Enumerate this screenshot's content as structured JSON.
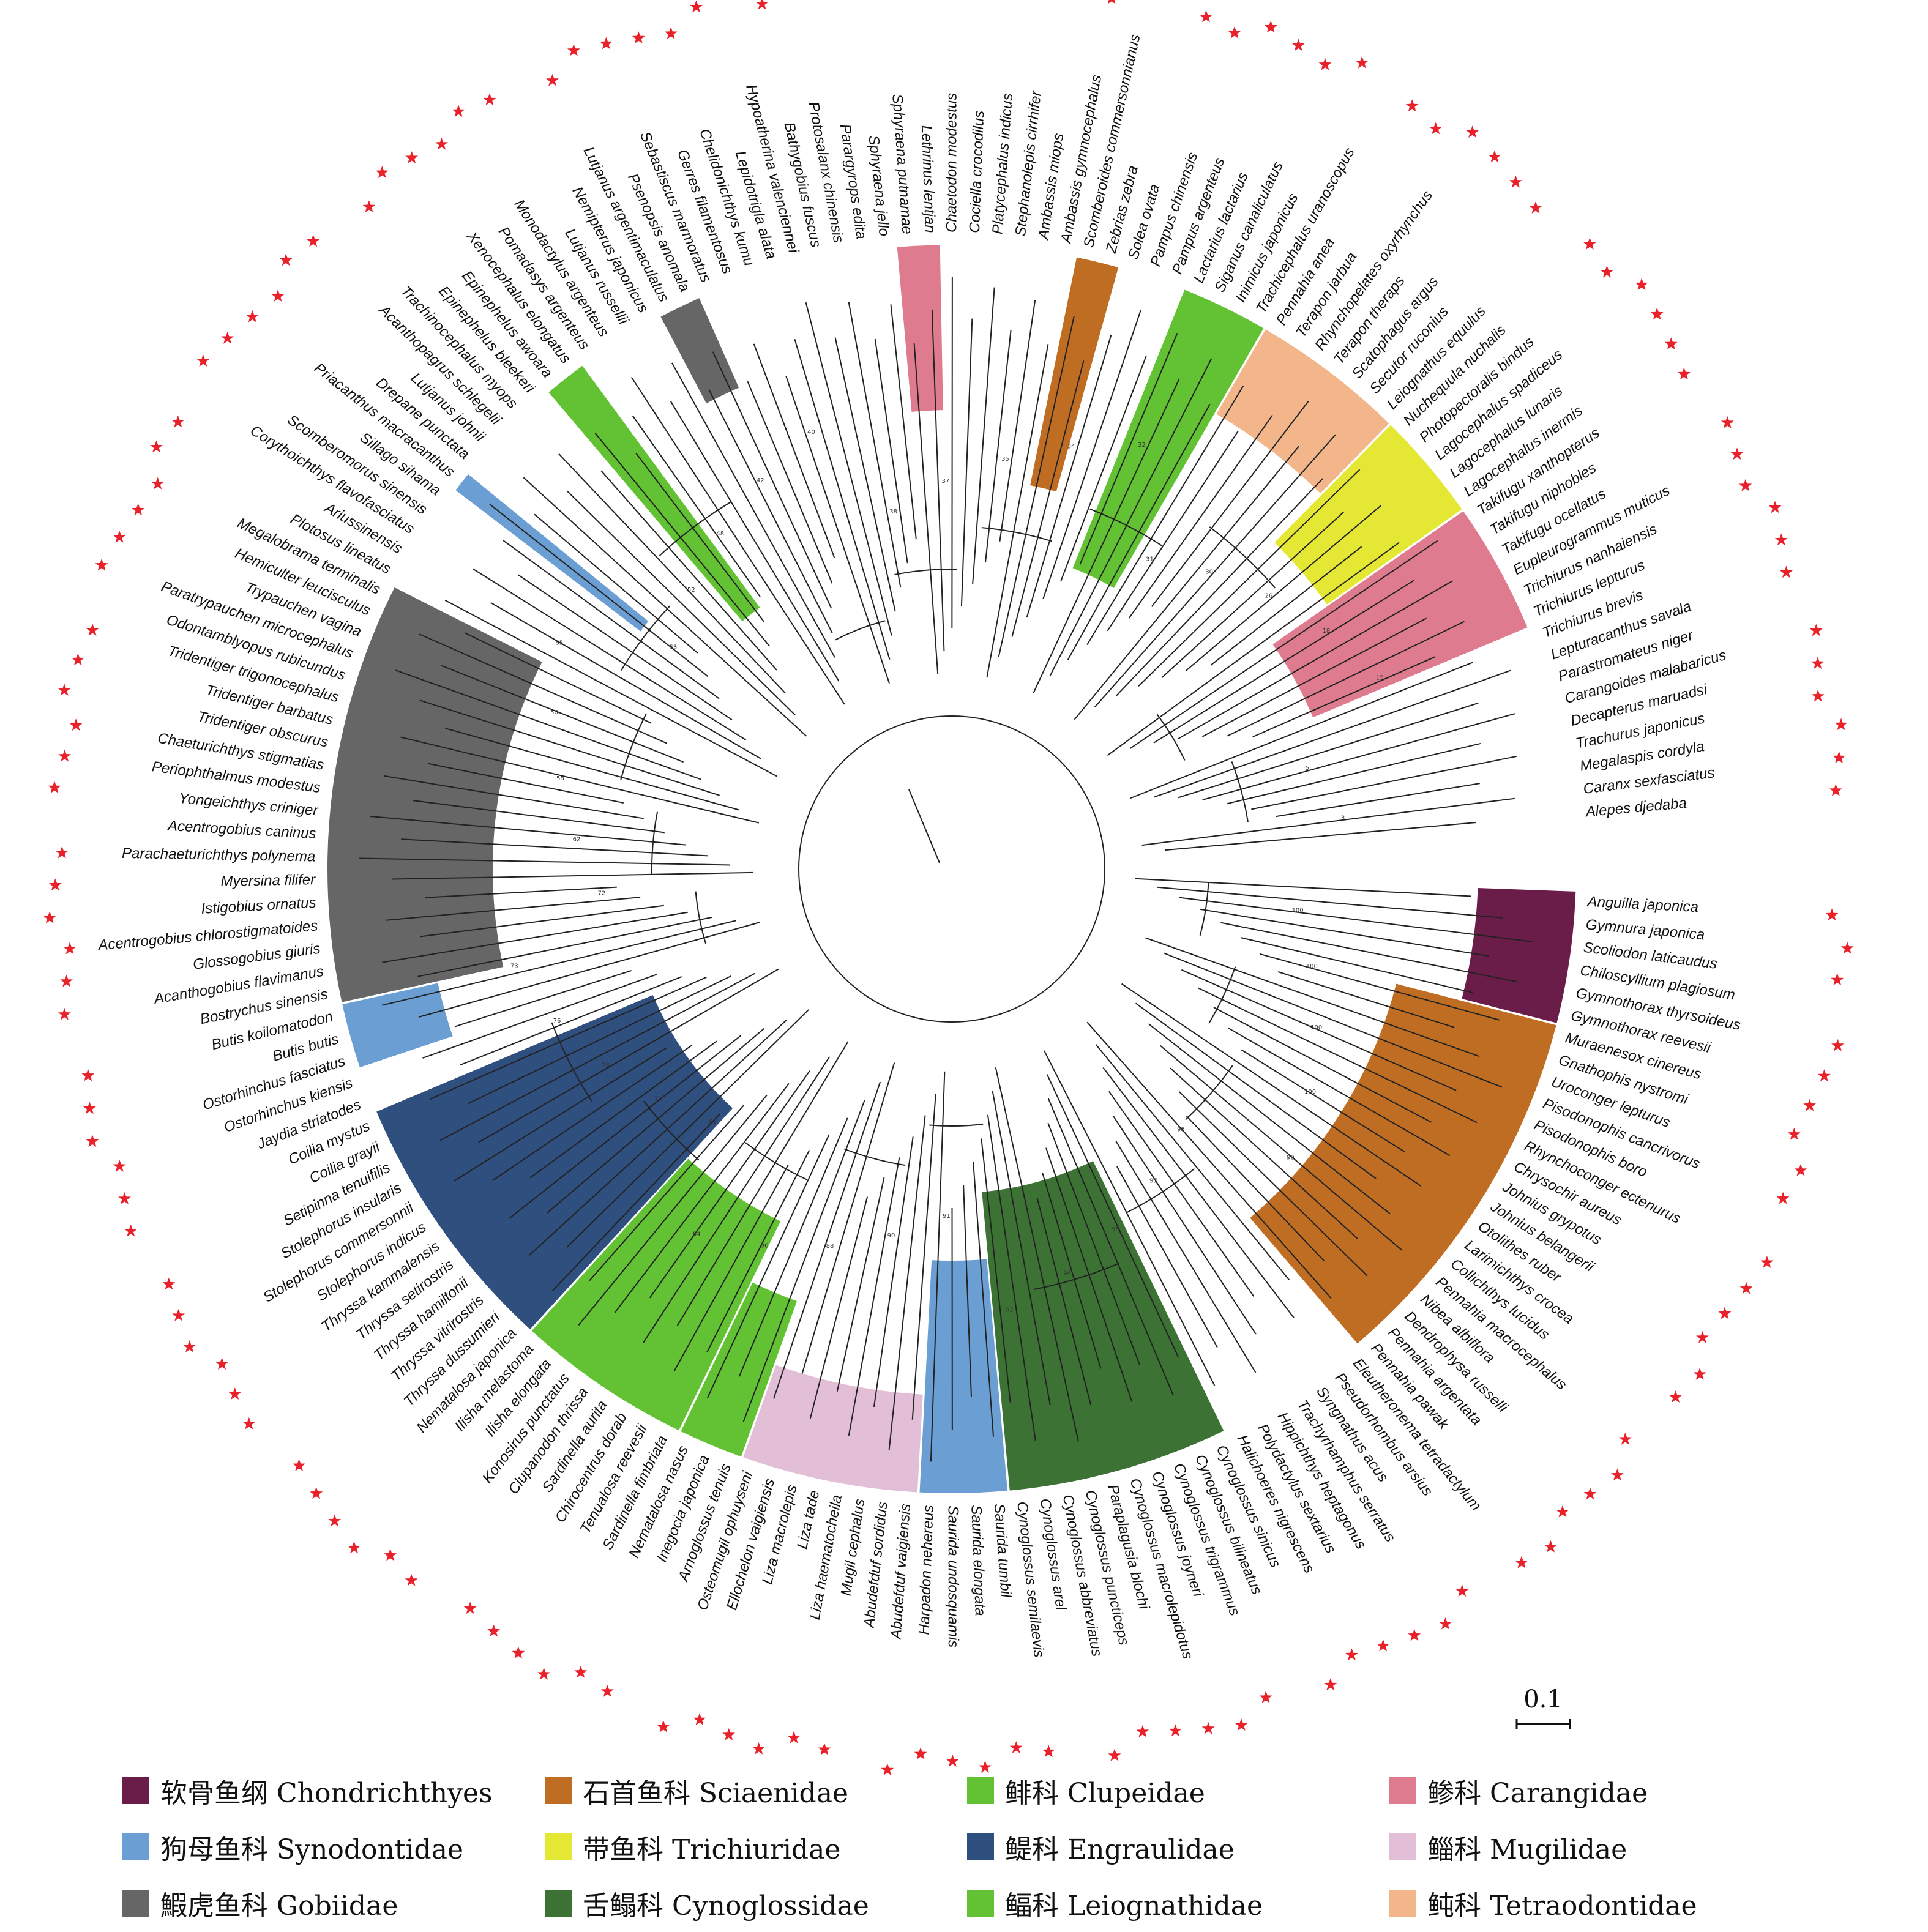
{
  "scale_bar": {
    "label": "0.1"
  },
  "bootstrap_labels": [
    "100",
    "100",
    "100",
    "100",
    "99",
    "98",
    "97",
    "95",
    "94",
    "92",
    "91",
    "90",
    "88",
    "86",
    "84",
    "81",
    "79",
    "78",
    "76",
    "73",
    "72",
    "62",
    "58",
    "56",
    "55",
    "53",
    "52",
    "48",
    "42",
    "40",
    "38",
    "37",
    "35",
    "34",
    "32",
    "31",
    "30",
    "26",
    "18",
    "15",
    "5",
    "3"
  ],
  "taxa": [
    "Anguilla japonica",
    "Gymnura japonica",
    "Scoliodon laticaudus",
    "Chiloscyllium plagiosum",
    "Gymnothorax thyrsoideus",
    "Gymnothorax reevesii",
    "Muraenesox cinereus",
    "Gnathophis nystromi",
    "Uroconger lepturus",
    "Pisodonophis cancrivorus",
    "Pisodonophis boro",
    "Rhynchoconger ectenurus",
    "Chrysochir aureus",
    "Johnius grypotus",
    "Johnius belangerii",
    "Otolithes ruber",
    "Larimichthys crocea",
    "Collichthys lucidus",
    "Pennahia macrocephalus",
    "Nibea albiflora",
    "Dendrophysa russelli",
    "Pennahia argentata",
    "Pennahia pawak",
    "Eleutheronema tetradactylum",
    "Pseudorhombus arsius",
    "Syngnathus acus",
    "Trachyrhamphus serratus",
    "Hippichthys heptagonus",
    "Polydactylus sextarius",
    "Halichoeres nigrescens",
    "Cynoglossus sinicus",
    "Cynoglossus bilineatus",
    "Cynoglossus trigrammus",
    "Cynoglossus joyneri",
    "Cynoglossus macrolepidotus",
    "Paraplagusia blochi",
    "Cynoglossus puncticeps",
    "Cynoglossus abbreviatus",
    "Cynoglossus arel",
    "Cynoglossus semilaevis",
    "Saurida tumbil",
    "Saurida elongata",
    "Saurida undosquamis",
    "Harpadon nehereus",
    "Abudefduf vaigiensis",
    "Abudefduf sordidus",
    "Mugil cephalus",
    "Liza haematocheila",
    "Liza tade",
    "Liza macrolepis",
    "Ellochelon vaigiensis",
    "Osteomugil ophuyseni",
    "Arnoglossus tenuis",
    "Inegocia japonica",
    "Nematalosa nasus",
    "Sardinella fimbriata",
    "Tenualosa reevesii",
    "Chirocentrus dorab",
    "Sardinella aurita",
    "Clupanodon thrissa",
    "Konosirus punctatus",
    "Ilisha elongata",
    "Ilisha melastoma",
    "Nematalosa japonica",
    "Thryssa dussumieri",
    "Thryssa vitrirostris",
    "Thryssa hamiltonii",
    "Thryssa setirostris",
    "Thryssa kammalensis",
    "Stolephorus indicus",
    "Stolephorus commersonnii",
    "Stolephorus insularis",
    "Setipinna tenuifilis",
    "Coilia grayii",
    "Coilia mystus",
    "Jaydia striatodes",
    "Ostorhinchus kiensis",
    "Ostorhinchus fasciatus",
    "Butis butis",
    "Butis koilomatodon",
    "Bostrychus sinensis",
    "Acanthogobius flavimanus",
    "Glossogobius giuris",
    "Acentrogobius chlorostigmatoides",
    "Istigobius ornatus",
    "Myersina filifer",
    "Parachaeturichthys polynema",
    "Acentrogobius caninus",
    "Yongeichthys criniger",
    "Periophthalmus modestus",
    "Chaeturichthys stigmatias",
    "Tridentiger obscurus",
    "Tridentiger barbatus",
    "Tridentiger trigonocephalus",
    "Odontamblyopus rubicundus",
    "Paratrypauchen microcephalus",
    "Trypauchen vagina",
    "Hemiculter leucisculus",
    "Megalobrama terminalis",
    "Plotosus lineatus",
    "Ariussinensis",
    "Corythoichthys flavofasciatus",
    "Scomberomorus sinensis",
    "Sillago sihama",
    "Priacanthus macracanthus",
    "Drepane punctata",
    "Lutjanus johnii",
    "Acanthopagrus schlegelii",
    "Trachinocephalus myops",
    "Epinephelus bleekeri",
    "Epinephelus awoara",
    "Xenocephalus elongatus",
    "Pomadasys argenteus",
    "Monodactylus argenteus",
    "Lutjanus russellii",
    "Nemipterus japonicus",
    "Lutjanus argentimaculatus",
    "Psenopsis anomala",
    "Sebastiscus marmoratus",
    "Gerres filamentosus",
    "Chelidonichthys kumu",
    "Lepidotrigla alata",
    "Hypoatherina valenciennei",
    "Bathygobius fuscus",
    "Protosalanx chinensis",
    "Parargyrops edita",
    "Sphyraena jello",
    "Sphyraena putnamae",
    "Lethrinus lentjan",
    "Chaetodon modestus",
    "Cociella crocodilus",
    "Platycephalus indicus",
    "Stephanolepis cirrhifer",
    "Ambassis miops",
    "Ambassis gymnocephalus",
    "Scomberoides commersonnianus",
    "Zebrias zebra",
    "Solea ovata",
    "Pampus chinensis",
    "Pampus argenteus",
    "Lactarius lactarius",
    "Siganus canaliculatus",
    "Inimicus japonicus",
    "Trachicephalus uranoscopus",
    "Pennahia anea",
    "Terapon jarbua",
    "Rhynchopelates oxyrhynchus",
    "Terapon theraps",
    "Scatophagus argus",
    "Secutor ruconius",
    "Leiognathus equulus",
    "Nuchequula nuchalis",
    "Photopectoralis bindus",
    "Lagocephalus spadiceus",
    "Lagocephalus lunaris",
    "Lagocephalus inermis",
    "Takifugu xanthopterus",
    "Takifugu niphobles",
    "Takifugu ocellatus",
    "Eupleurogrammus muticus",
    "Trichiurus nanhaiensis",
    "Trichiurus lepturus",
    "Trichiurus brevis",
    "Lepturacanthus savala",
    "Parastromateus niger",
    "Carangoides malabaricus",
    "Decapterus maruadsi",
    "Trachurus japonicus",
    "Megalaspis cordyla",
    "Caranx sexfasciatus",
    "Alepes djedaba"
  ],
  "legend": [
    [
      {
        "label": "软骨鱼纲 Chondrichthyes",
        "color": "#6b1d4a"
      },
      {
        "label": "石首鱼科 Sciaenidae",
        "color": "#bf6d22"
      },
      {
        "label": "鲱科 Clupeidae",
        "color": "#63c233"
      },
      {
        "label": "鲹科 Carangidae",
        "color": "#de7b8e"
      }
    ],
    [
      {
        "label": "狗母鱼科 Synodontidae",
        "color": "#6b9fd4"
      },
      {
        "label": "带鱼科 Trichiuridae",
        "color": "#e4e835"
      },
      {
        "label": "鳀科 Engraulidae",
        "color": "#2f4f7f"
      },
      {
        "label": "鲻科 Mugilidae",
        "color": "#e2bfd6"
      }
    ],
    [
      {
        "label": "鰕虎鱼科 Gobiidae",
        "color": "#666666"
      },
      {
        "label": "舌鳎科 Cynoglossidae",
        "color": "#3c7334"
      },
      {
        "label": "鲾科 Leiognathidae",
        "color": "#63c233"
      },
      {
        "label": "鲀科 Tetraodontidae",
        "color": "#f2b68a"
      }
    ]
  ],
  "marker_color": "#e8212a"
}
